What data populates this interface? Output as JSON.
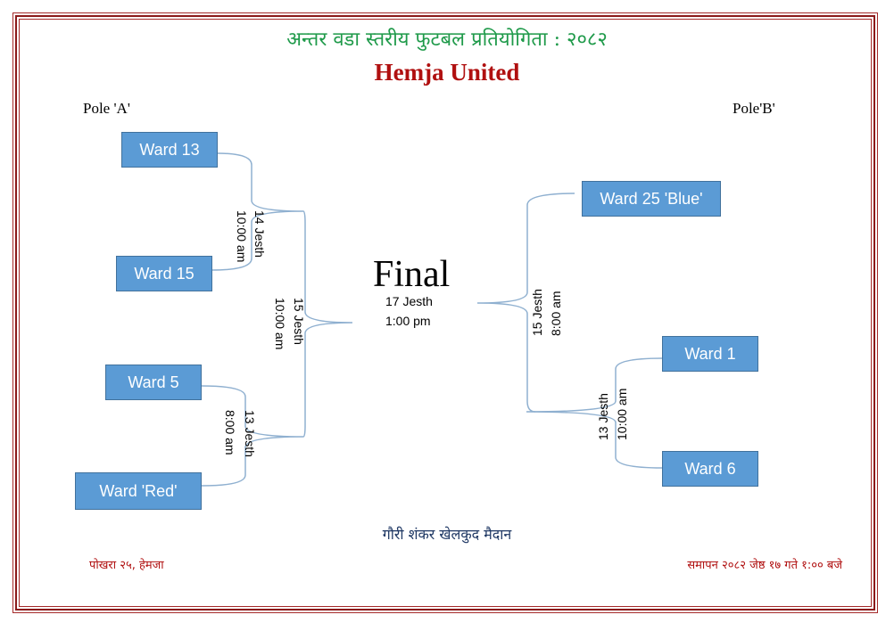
{
  "header": {
    "title": "अन्तर वडा स्तरीय फुटबल प्रतियोगिता : २०८२",
    "subtitle": "Hemja United"
  },
  "poles": {
    "a": "Pole 'A'",
    "b": "Pole'B'"
  },
  "teams": {
    "w13": "Ward 13",
    "w15": "Ward 15",
    "w5": "Ward 5",
    "wred": "Ward 'Red'",
    "w25": "Ward 25 'Blue'",
    "w1": "Ward 1",
    "w6": "Ward 6"
  },
  "matches": {
    "m1": {
      "date": "14 Jesth",
      "time": "10:00 am"
    },
    "m2": {
      "date": "13 Jesth",
      "time": "8:00 am"
    },
    "m3": {
      "date": "15 Jesth",
      "time": "10:00 am"
    },
    "m4": {
      "date": "13 Jesth",
      "time": "10:00 am"
    },
    "m5": {
      "date": "15 Jesth",
      "time": "8:00 am"
    }
  },
  "final": {
    "label": "Final",
    "date": "17 Jesth",
    "time": "1:00 pm"
  },
  "footer": {
    "venue": "गौरी शंकर खेलकुद मैदान",
    "location": "पोखरा २५, हेमजा",
    "closing": "समापन २०८२ जेष्ठ १७ गते १:०० बजे"
  }
}
